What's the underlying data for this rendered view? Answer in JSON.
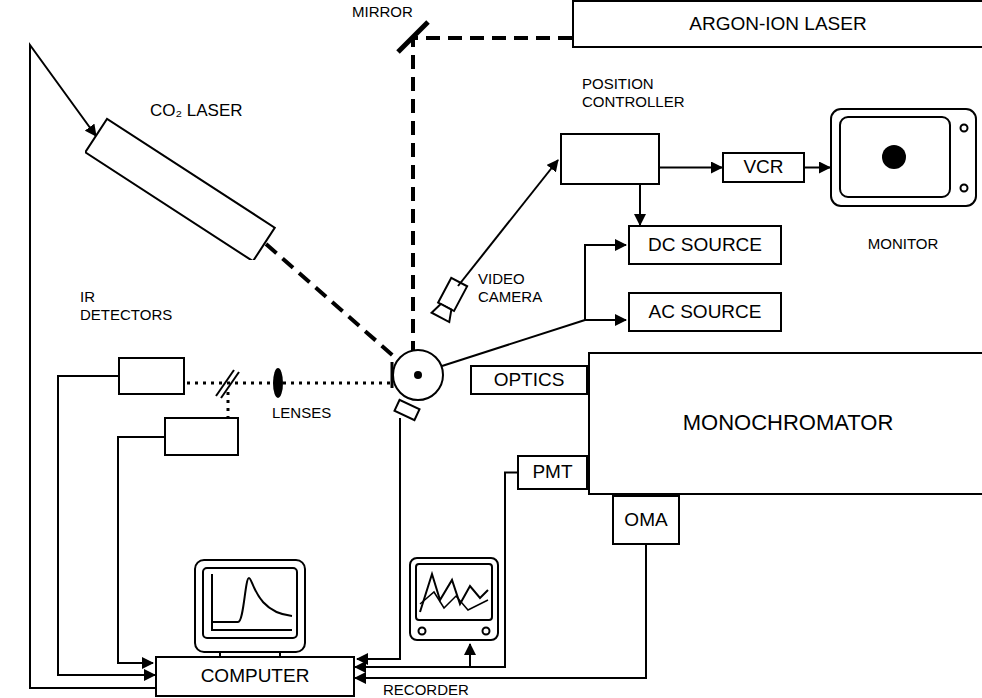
{
  "diagram": {
    "nodes": [
      {
        "text": [
          "ARGON-ION LASER"
        ]
      },
      {
        "text": [
          "CO₂ LASER"
        ]
      },
      {
        "text": [
          "POSITION CONTROLLER"
        ]
      },
      {
        "text": [
          "VCR"
        ]
      },
      {
        "text": [
          "MONITOR"
        ]
      },
      {
        "text": [
          "DC SOURCE"
        ]
      },
      {
        "text": [
          "AC SOURCE"
        ]
      },
      {
        "text": [
          "IR DETECTORS"
        ]
      },
      {
        "text": [
          "OPTICS"
        ]
      },
      {
        "text": [
          "MONOCHROMATOR"
        ]
      },
      {
        "text": [
          "PMT"
        ]
      },
      {
        "text": [
          "OMA"
        ]
      },
      {
        "text": [
          "COMPUTER"
        ]
      }
    ],
    "edges": [
      {
        "from": 2,
        "to": 3,
        "arrow": "to"
      },
      {
        "from": 3,
        "to": 4,
        "arrow": "to"
      },
      {
        "from": 2,
        "to": 5,
        "arrow": "to"
      },
      {
        "from": 7,
        "to": 12,
        "arrow": "to"
      },
      {
        "from": 12,
        "to": 1,
        "arrow": "to"
      },
      {
        "from": 10,
        "to": 12,
        "arrow": "to"
      },
      {
        "from": 11,
        "to": 12,
        "arrow": "to"
      }
    ],
    "labels": [
      "MIRROR",
      "VIDEO CAMERA",
      "LENSES",
      "RECORDER"
    ]
  }
}
